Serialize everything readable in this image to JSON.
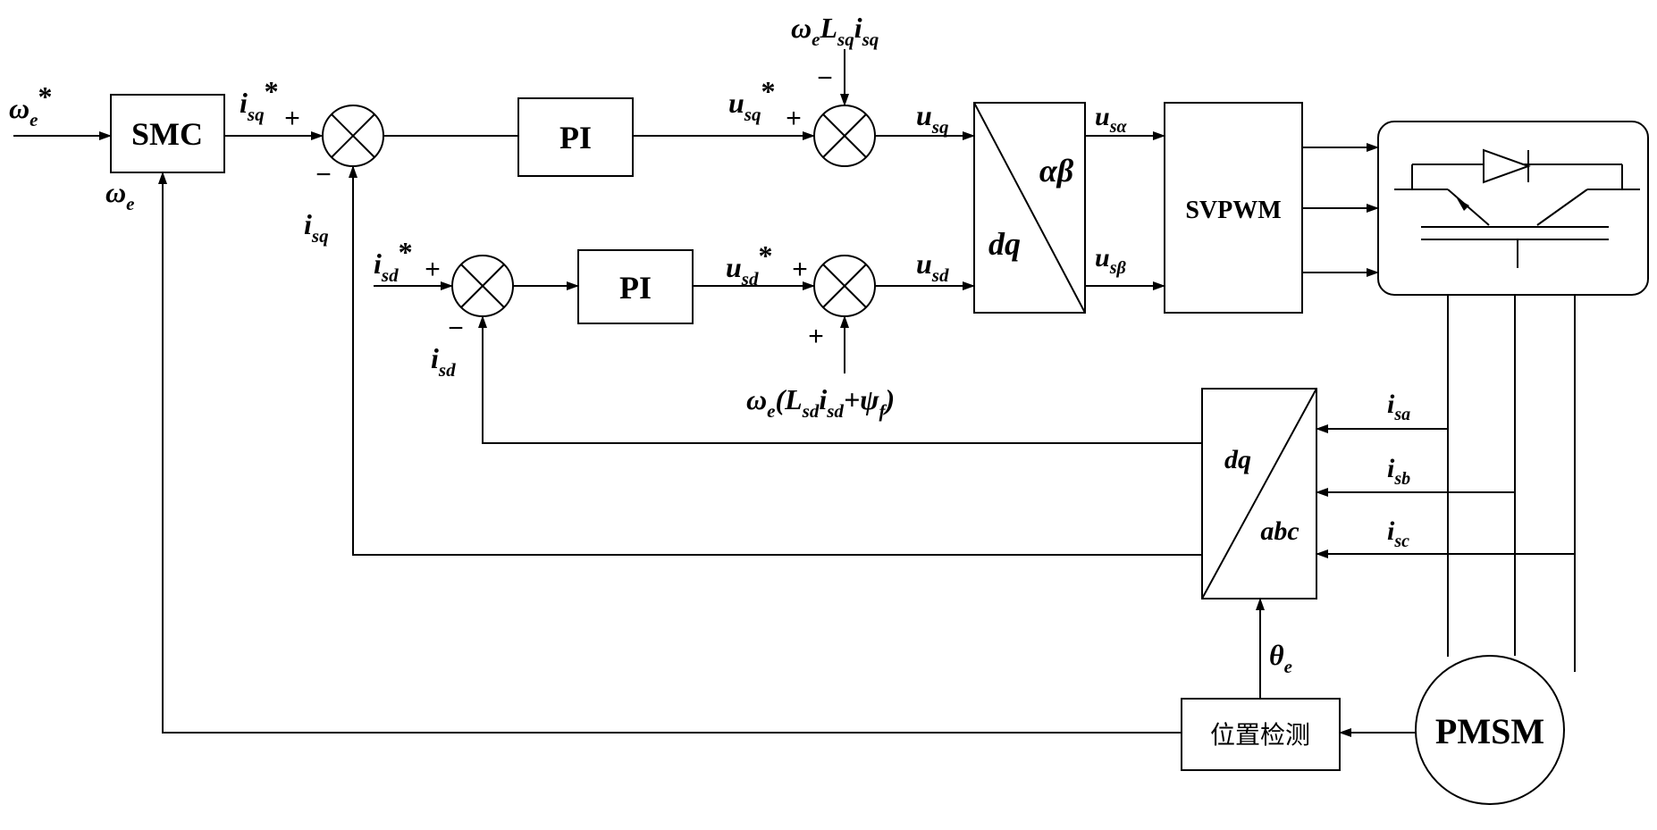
{
  "blocks": {
    "smc": "SMC",
    "pi_q": "PI",
    "pi_d": "PI",
    "park_inv": {
      "top": "αβ",
      "bottom": "dq"
    },
    "svpwm": "SVPWM",
    "park": {
      "top": "dq",
      "bottom": "abc"
    },
    "position_detect": "位置检测",
    "motor": "PMSM"
  },
  "signals": {
    "we_ref": {
      "base": "ω",
      "sub": "e",
      "sup": "*"
    },
    "we": {
      "base": "ω",
      "sub": "e"
    },
    "isq_ref": {
      "base": "i",
      "sub": "sq",
      "sup": "*"
    },
    "isq": {
      "base": "i",
      "sub": "sq"
    },
    "isd_ref": {
      "base": "i",
      "sub": "sd",
      "sup": "*"
    },
    "isd": {
      "base": "i",
      "sub": "sd"
    },
    "usq_ref": {
      "base": "u",
      "sub": "sq",
      "sup": "*"
    },
    "usd_ref": {
      "base": "u",
      "sub": "sd",
      "sup": "*"
    },
    "usq": {
      "base": "u",
      "sub": "sq"
    },
    "usd": {
      "base": "u",
      "sub": "sd"
    },
    "usa": {
      "base": "u",
      "sub": "sα"
    },
    "usb": {
      "base": "u",
      "sub": "sβ"
    },
    "isa": {
      "base": "i",
      "sub": "sa"
    },
    "isb": {
      "base": "i",
      "sub": "sb"
    },
    "isc": {
      "base": "i",
      "sub": "sc"
    },
    "theta": {
      "base": "θ",
      "sub": "e"
    },
    "ff_q": {
      "parts": [
        [
          "ω",
          ""
        ],
        [
          "e",
          "sub"
        ],
        [
          "L",
          ""
        ],
        [
          "sq",
          "sub"
        ],
        [
          "i",
          ""
        ],
        [
          "sq",
          "sub"
        ]
      ]
    },
    "ff_d": {
      "parts": [
        [
          "ω",
          ""
        ],
        [
          "e",
          "sub"
        ],
        [
          "(L",
          ""
        ],
        [
          "sd",
          "sub"
        ],
        [
          "i",
          ""
        ],
        [
          "sd",
          "sub"
        ],
        [
          "+ψ",
          ""
        ],
        [
          "f",
          "sub"
        ],
        [
          ")",
          ""
        ]
      ]
    }
  },
  "signs": {
    "plus": "+",
    "minus": "−"
  }
}
